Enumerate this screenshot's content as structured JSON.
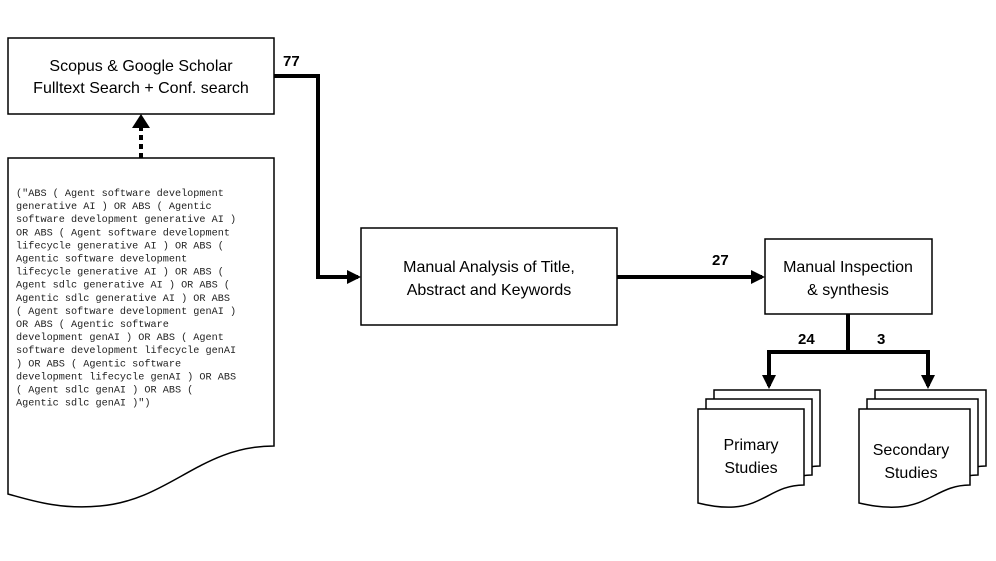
{
  "boxes": {
    "search": {
      "line1": "Scopus & Google Scholar",
      "line2": "Fulltext Search + Conf. search"
    },
    "manual_analysis": {
      "line1": "Manual Analysis of Title,",
      "line2": "Abstract and Keywords"
    },
    "inspection": {
      "line1": "Manual Inspection",
      "line2": "& synthesis"
    }
  },
  "query_lines": [
    "(\"ABS ( Agent software development",
    "generative AI ) OR ABS ( Agentic",
    "software development generative AI )",
    "OR ABS ( Agent software development",
    "lifecycle generative AI ) OR ABS (",
    "Agentic software development",
    "lifecycle generative AI ) OR ABS (",
    "Agent sdlc generative AI ) OR ABS (",
    "Agentic sdlc generative AI ) OR ABS",
    "( Agent software development genAI )",
    "OR ABS ( Agentic software",
    "development genAI ) OR ABS ( Agent",
    "software development lifecycle genAI",
    ") OR ABS ( Agentic software",
    "development lifecycle genAI ) OR ABS",
    "( Agent sdlc genAI ) OR ABS (",
    "Agentic sdlc genAI )\")"
  ],
  "counts": {
    "after_search": "77",
    "after_screening": "27",
    "primary": "24",
    "secondary": "3"
  },
  "outputs": {
    "primary": {
      "line1": "Primary",
      "line2": "Studies"
    },
    "secondary": {
      "line1": "Secondary",
      "line2": "Studies"
    }
  }
}
